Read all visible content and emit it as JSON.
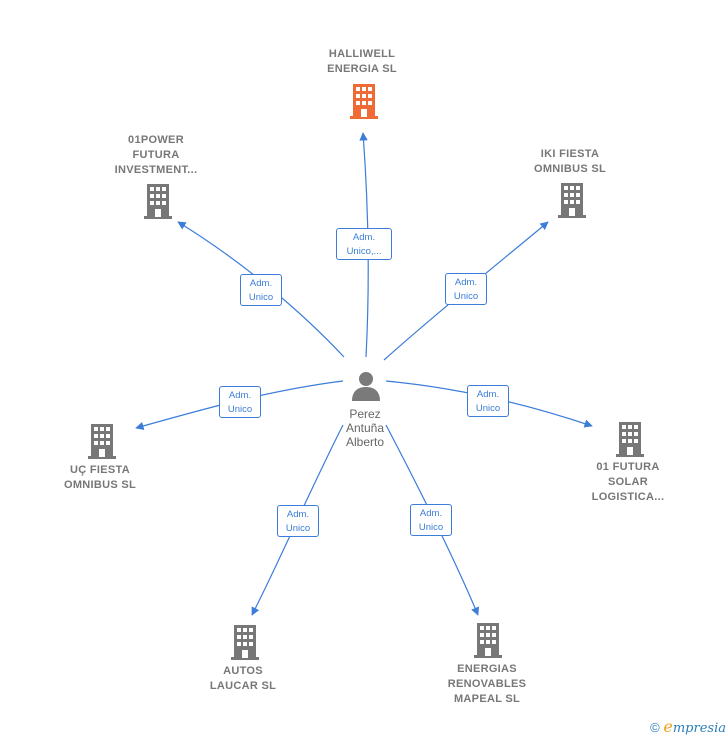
{
  "center": {
    "name": "Perez\nAntuña\nAlberto",
    "icon": "person-icon"
  },
  "colors": {
    "edge": "#3b7dd8",
    "node": "#777777",
    "highlight": "#f06a35"
  },
  "nodes": [
    {
      "id": "halliwell",
      "label": "HALLIWELL\nENERGIA  SL",
      "highlight": true,
      "edge_label": "Adm.\nUnico,..."
    },
    {
      "id": "01power",
      "label": "01POWER\nFUTURA\nINVESTMENT...",
      "highlight": false,
      "edge_label": "Adm.\nUnico"
    },
    {
      "id": "iki",
      "label": "IKI FIESTA\nOMNIBUS  SL",
      "highlight": false,
      "edge_label": "Adm.\nUnico"
    },
    {
      "id": "uc",
      "label": "UÇ FIESTA\nOMNIBUS  SL",
      "highlight": false,
      "edge_label": "Adm.\nUnico"
    },
    {
      "id": "01futura",
      "label": "01 FUTURA\nSOLAR\nLOGISTICA...",
      "highlight": false,
      "edge_label": "Adm.\nUnico"
    },
    {
      "id": "autos",
      "label": "AUTOS\nLAUCAR  SL",
      "highlight": false,
      "edge_label": "Adm.\nUnico"
    },
    {
      "id": "energias",
      "label": "ENERGIAS\nRENOVABLES\nMAPEAL  SL",
      "highlight": false,
      "edge_label": "Adm.\nUnico"
    }
  ],
  "footer": {
    "copyright": "©",
    "brand_initial": "e",
    "brand_rest": "mpresia"
  }
}
